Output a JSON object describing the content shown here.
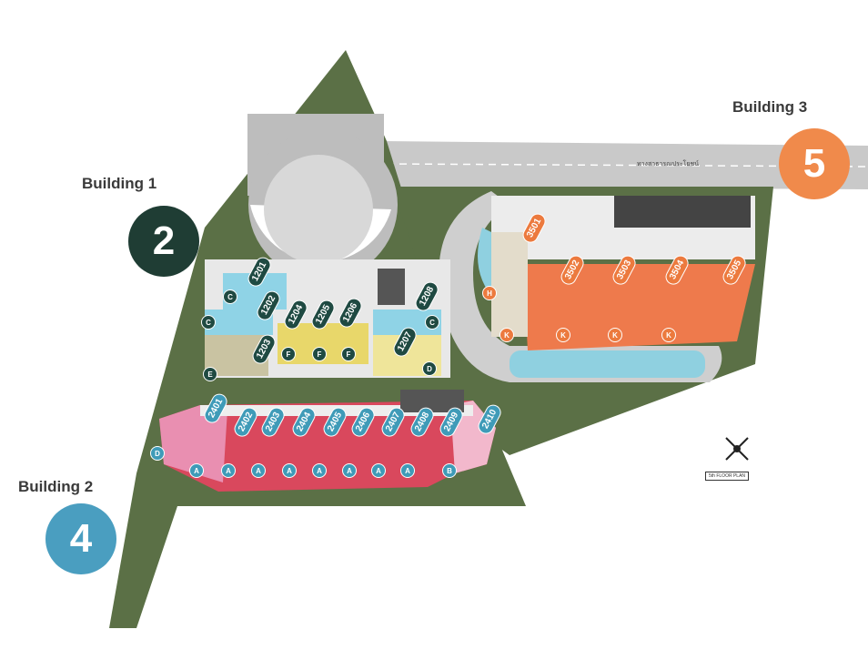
{
  "buildings": [
    {
      "label": "Building 1",
      "number": "2",
      "color": "#1f3d34"
    },
    {
      "label": "Building 2",
      "number": "4",
      "color": "#4a9ec0"
    },
    {
      "label": "Building 3",
      "number": "5",
      "color": "#f08a4b"
    }
  ],
  "building1": {
    "units": [
      "1201",
      "1202",
      "1203",
      "1204",
      "1205",
      "1206",
      "1207",
      "1208"
    ],
    "types": [
      "C",
      "C",
      "E",
      "F",
      "F",
      "F",
      "C",
      "D"
    ]
  },
  "building2": {
    "units": [
      "2401",
      "2402",
      "2403",
      "2404",
      "2405",
      "2406",
      "2407",
      "2408",
      "2409",
      "2410"
    ],
    "types": [
      "D",
      "A",
      "A",
      "A",
      "A",
      "A",
      "A",
      "A",
      "A",
      "B"
    ]
  },
  "building3": {
    "units": [
      "3501",
      "3502",
      "3503",
      "3504",
      "3505"
    ],
    "types": [
      "H",
      "K",
      "K",
      "K",
      "K"
    ]
  },
  "road_label": "ทางสาธารณประโยชน์",
  "plan_label": "5th FLOOR PLAN",
  "colors": {
    "grass": "#5b7046",
    "unit_blue": "#8fd3e6",
    "unit_yellow": "#e8d76a",
    "unit_red": "#d9485d",
    "unit_pink": "#e98fb1",
    "unit_orange": "#ee7a4c"
  }
}
